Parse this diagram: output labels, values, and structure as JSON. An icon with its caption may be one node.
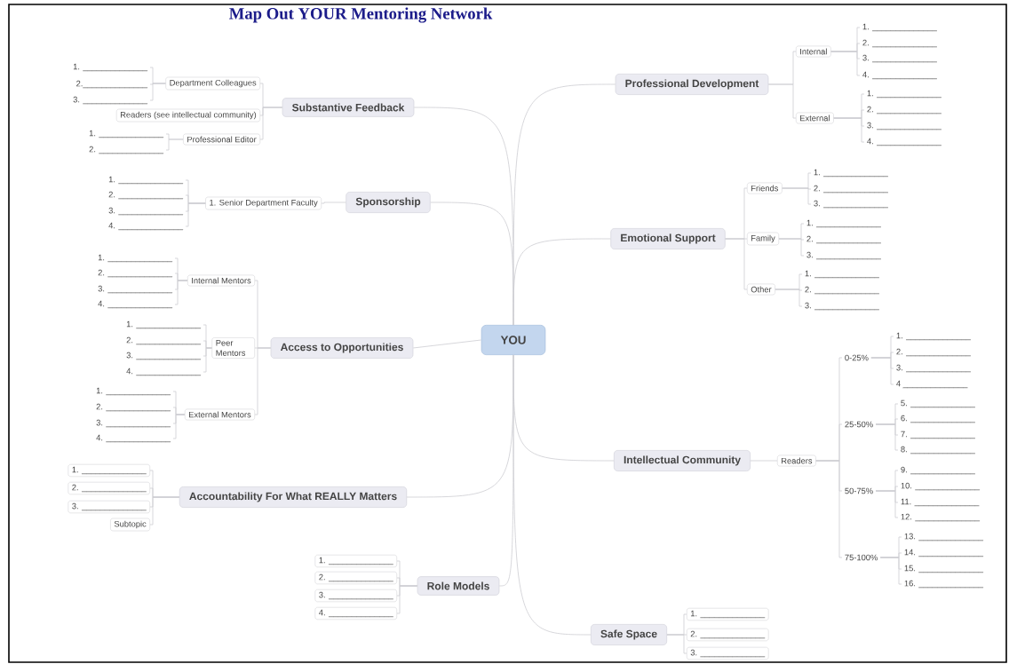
{
  "diagram": {
    "title": "Map Out YOUR Mentoring Network",
    "nodes": [
      {
        "text": [
          "YOU"
        ]
      },
      {
        "text": [
          "Substantive Feedback"
        ]
      },
      {
        "text": [
          "Department Colleagues"
        ]
      },
      {
        "text": [
          "1. ______________"
        ]
      },
      {
        "text": [
          "2.______________"
        ]
      },
      {
        "text": [
          "3. ______________"
        ]
      },
      {
        "text": [
          "Readers (see intellectual community)"
        ]
      },
      {
        "text": [
          "Professional Editor"
        ]
      },
      {
        "text": [
          "1. ______________"
        ]
      },
      {
        "text": [
          "2. ______________"
        ]
      },
      {
        "text": [
          "Sponsorship"
        ]
      },
      {
        "text": [
          "1. Senior Department Faculty"
        ]
      },
      {
        "text": [
          "1. ______________"
        ]
      },
      {
        "text": [
          "2. ______________"
        ]
      },
      {
        "text": [
          "3. ______________"
        ]
      },
      {
        "text": [
          "4. ______________"
        ]
      },
      {
        "text": [
          "Access to Opportunities"
        ]
      },
      {
        "text": [
          "Internal Mentors"
        ]
      },
      {
        "text": [
          "1. ______________"
        ]
      },
      {
        "text": [
          "2. ______________"
        ]
      },
      {
        "text": [
          "3. ______________"
        ]
      },
      {
        "text": [
          "4. ______________"
        ]
      },
      {
        "text": [
          "Peer Mentors"
        ]
      },
      {
        "text": [
          "1. ______________"
        ]
      },
      {
        "text": [
          "2. ______________"
        ]
      },
      {
        "text": [
          "3. ______________"
        ]
      },
      {
        "text": [
          "4. ______________"
        ]
      },
      {
        "text": [
          "External Mentors"
        ]
      },
      {
        "text": [
          "1. ______________"
        ]
      },
      {
        "text": [
          "2. ______________"
        ]
      },
      {
        "text": [
          "3. ______________"
        ]
      },
      {
        "text": [
          "4. ______________"
        ]
      },
      {
        "text": [
          "Accountability For What REALLY Matters"
        ]
      },
      {
        "text": [
          "1. ______________"
        ]
      },
      {
        "text": [
          "2. ______________"
        ]
      },
      {
        "text": [
          "3. ______________"
        ]
      },
      {
        "text": [
          "Subtopic"
        ]
      },
      {
        "text": [
          "Role Models"
        ]
      },
      {
        "text": [
          "1. ______________"
        ]
      },
      {
        "text": [
          "2. ______________"
        ]
      },
      {
        "text": [
          "3. ______________"
        ]
      },
      {
        "text": [
          "4. ______________"
        ]
      },
      {
        "text": [
          "Professional Development"
        ]
      },
      {
        "text": [
          "Internal"
        ]
      },
      {
        "text": [
          "1. ______________"
        ]
      },
      {
        "text": [
          "2. ______________"
        ]
      },
      {
        "text": [
          "3. ______________"
        ]
      },
      {
        "text": [
          "4. ______________"
        ]
      },
      {
        "text": [
          "External"
        ]
      },
      {
        "text": [
          "1. ______________"
        ]
      },
      {
        "text": [
          "2. ______________"
        ]
      },
      {
        "text": [
          "3. ______________"
        ]
      },
      {
        "text": [
          "4. ______________"
        ]
      },
      {
        "text": [
          "Emotional Support"
        ]
      },
      {
        "text": [
          "Friends"
        ]
      },
      {
        "text": [
          "1. ______________"
        ]
      },
      {
        "text": [
          "2. ______________"
        ]
      },
      {
        "text": [
          "3. ______________"
        ]
      },
      {
        "text": [
          "Family"
        ]
      },
      {
        "text": [
          "1. ______________"
        ]
      },
      {
        "text": [
          "2. ______________"
        ]
      },
      {
        "text": [
          "3. ______________"
        ]
      },
      {
        "text": [
          "Other"
        ]
      },
      {
        "text": [
          "1. ______________"
        ]
      },
      {
        "text": [
          "2. ______________"
        ]
      },
      {
        "text": [
          "3. ______________"
        ]
      },
      {
        "text": [
          "Intellectual Community"
        ]
      },
      {
        "text": [
          "Readers"
        ]
      },
      {
        "text": [
          "0-25%"
        ]
      },
      {
        "text": [
          "1. ______________"
        ]
      },
      {
        "text": [
          "2. ______________"
        ]
      },
      {
        "text": [
          "3. ______________"
        ]
      },
      {
        "text": [
          "4 ______________"
        ]
      },
      {
        "text": [
          "25-50%"
        ]
      },
      {
        "text": [
          "5. ______________"
        ]
      },
      {
        "text": [
          "6. ______________"
        ]
      },
      {
        "text": [
          "7. ______________"
        ]
      },
      {
        "text": [
          "8. ______________"
        ]
      },
      {
        "text": [
          "50-75%"
        ]
      },
      {
        "text": [
          "9. ______________"
        ]
      },
      {
        "text": [
          "10. ______________"
        ]
      },
      {
        "text": [
          "11. ______________"
        ]
      },
      {
        "text": [
          "12. ______________"
        ]
      },
      {
        "text": [
          "75-100%"
        ]
      },
      {
        "text": [
          "13. ______________"
        ]
      },
      {
        "text": [
          "14. ______________"
        ]
      },
      {
        "text": [
          "15. ______________"
        ]
      },
      {
        "text": [
          "16. ______________"
        ]
      },
      {
        "text": [
          "Safe Space"
        ]
      },
      {
        "text": [
          "1. ______________"
        ]
      },
      {
        "text": [
          "2. ______________"
        ]
      },
      {
        "text": [
          "3. ______________"
        ]
      }
    ],
    "edges": [
      {
        "from": 0,
        "to": 1,
        "arrow": "none"
      },
      {
        "from": 1,
        "to": 2,
        "arrow": "none"
      },
      {
        "from": 2,
        "to": 3,
        "arrow": "none"
      },
      {
        "from": 2,
        "to": 4,
        "arrow": "none"
      },
      {
        "from": 2,
        "to": 5,
        "arrow": "none"
      },
      {
        "from": 1,
        "to": 6,
        "arrow": "none"
      },
      {
        "from": 1,
        "to": 7,
        "arrow": "none"
      },
      {
        "from": 7,
        "to": 8,
        "arrow": "none"
      },
      {
        "from": 7,
        "to": 9,
        "arrow": "none"
      },
      {
        "from": 0,
        "to": 10,
        "arrow": "none"
      },
      {
        "from": 10,
        "to": 11,
        "arrow": "none"
      },
      {
        "from": 11,
        "to": 12,
        "arrow": "none"
      },
      {
        "from": 11,
        "to": 13,
        "arrow": "none"
      },
      {
        "from": 11,
        "to": 14,
        "arrow": "none"
      },
      {
        "from": 11,
        "to": 15,
        "arrow": "none"
      },
      {
        "from": 0,
        "to": 16,
        "arrow": "none"
      },
      {
        "from": 16,
        "to": 17,
        "arrow": "none"
      },
      {
        "from": 17,
        "to": 18,
        "arrow": "none"
      },
      {
        "from": 17,
        "to": 19,
        "arrow": "none"
      },
      {
        "from": 17,
        "to": 20,
        "arrow": "none"
      },
      {
        "from": 17,
        "to": 21,
        "arrow": "none"
      },
      {
        "from": 16,
        "to": 22,
        "arrow": "none"
      },
      {
        "from": 22,
        "to": 23,
        "arrow": "none"
      },
      {
        "from": 22,
        "to": 24,
        "arrow": "none"
      },
      {
        "from": 22,
        "to": 25,
        "arrow": "none"
      },
      {
        "from": 22,
        "to": 26,
        "arrow": "none"
      },
      {
        "from": 16,
        "to": 27,
        "arrow": "none"
      },
      {
        "from": 27,
        "to": 28,
        "arrow": "none"
      },
      {
        "from": 27,
        "to": 29,
        "arrow": "none"
      },
      {
        "from": 27,
        "to": 30,
        "arrow": "none"
      },
      {
        "from": 27,
        "to": 31,
        "arrow": "none"
      },
      {
        "from": 0,
        "to": 32,
        "arrow": "none"
      },
      {
        "from": 32,
        "to": 33,
        "arrow": "none"
      },
      {
        "from": 32,
        "to": 34,
        "arrow": "none"
      },
      {
        "from": 32,
        "to": 35,
        "arrow": "none"
      },
      {
        "from": 32,
        "to": 36,
        "arrow": "none"
      },
      {
        "from": 0,
        "to": 37,
        "arrow": "none"
      },
      {
        "from": 37,
        "to": 38,
        "arrow": "none"
      },
      {
        "from": 37,
        "to": 39,
        "arrow": "none"
      },
      {
        "from": 37,
        "to": 40,
        "arrow": "none"
      },
      {
        "from": 37,
        "to": 41,
        "arrow": "none"
      },
      {
        "from": 0,
        "to": 42,
        "arrow": "none"
      },
      {
        "from": 42,
        "to": 43,
        "arrow": "none"
      },
      {
        "from": 43,
        "to": 44,
        "arrow": "none"
      },
      {
        "from": 43,
        "to": 45,
        "arrow": "none"
      },
      {
        "from": 43,
        "to": 46,
        "arrow": "none"
      },
      {
        "from": 43,
        "to": 47,
        "arrow": "none"
      },
      {
        "from": 42,
        "to": 48,
        "arrow": "none"
      },
      {
        "from": 48,
        "to": 49,
        "arrow": "none"
      },
      {
        "from": 48,
        "to": 50,
        "arrow": "none"
      },
      {
        "from": 48,
        "to": 51,
        "arrow": "none"
      },
      {
        "from": 48,
        "to": 52,
        "arrow": "none"
      },
      {
        "from": 0,
        "to": 53,
        "arrow": "none"
      },
      {
        "from": 53,
        "to": 54,
        "arrow": "none"
      },
      {
        "from": 54,
        "to": 55,
        "arrow": "none"
      },
      {
        "from": 54,
        "to": 56,
        "arrow": "none"
      },
      {
        "from": 54,
        "to": 57,
        "arrow": "none"
      },
      {
        "from": 53,
        "to": 58,
        "arrow": "none"
      },
      {
        "from": 58,
        "to": 59,
        "arrow": "none"
      },
      {
        "from": 58,
        "to": 60,
        "arrow": "none"
      },
      {
        "from": 58,
        "to": 61,
        "arrow": "none"
      },
      {
        "from": 53,
        "to": 62,
        "arrow": "none"
      },
      {
        "from": 62,
        "to": 63,
        "arrow": "none"
      },
      {
        "from": 62,
        "to": 64,
        "arrow": "none"
      },
      {
        "from": 62,
        "to": 65,
        "arrow": "none"
      },
      {
        "from": 0,
        "to": 66,
        "arrow": "none"
      },
      {
        "from": 66,
        "to": 67,
        "arrow": "none"
      },
      {
        "from": 67,
        "to": 68,
        "arrow": "none"
      },
      {
        "from": 68,
        "to": 69,
        "arrow": "none"
      },
      {
        "from": 68,
        "to": 70,
        "arrow": "none"
      },
      {
        "from": 68,
        "to": 71,
        "arrow": "none"
      },
      {
        "from": 68,
        "to": 72,
        "arrow": "none"
      },
      {
        "from": 67,
        "to": 73,
        "arrow": "none"
      },
      {
        "from": 73,
        "to": 74,
        "arrow": "none"
      },
      {
        "from": 73,
        "to": 75,
        "arrow": "none"
      },
      {
        "from": 73,
        "to": 76,
        "arrow": "none"
      },
      {
        "from": 73,
        "to": 77,
        "arrow": "none"
      },
      {
        "from": 67,
        "to": 78,
        "arrow": "none"
      },
      {
        "from": 78,
        "to": 79,
        "arrow": "none"
      },
      {
        "from": 78,
        "to": 80,
        "arrow": "none"
      },
      {
        "from": 78,
        "to": 81,
        "arrow": "none"
      },
      {
        "from": 78,
        "to": 82,
        "arrow": "none"
      },
      {
        "from": 67,
        "to": 83,
        "arrow": "none"
      },
      {
        "from": 83,
        "to": 84,
        "arrow": "none"
      },
      {
        "from": 83,
        "to": 85,
        "arrow": "none"
      },
      {
        "from": 83,
        "to": 86,
        "arrow": "none"
      },
      {
        "from": 83,
        "to": 87,
        "arrow": "none"
      },
      {
        "from": 0,
        "to": 88,
        "arrow": "none"
      },
      {
        "from": 88,
        "to": 89,
        "arrow": "none"
      },
      {
        "from": 88,
        "to": 90,
        "arrow": "none"
      },
      {
        "from": 88,
        "to": 91,
        "arrow": "none"
      }
    ]
  }
}
